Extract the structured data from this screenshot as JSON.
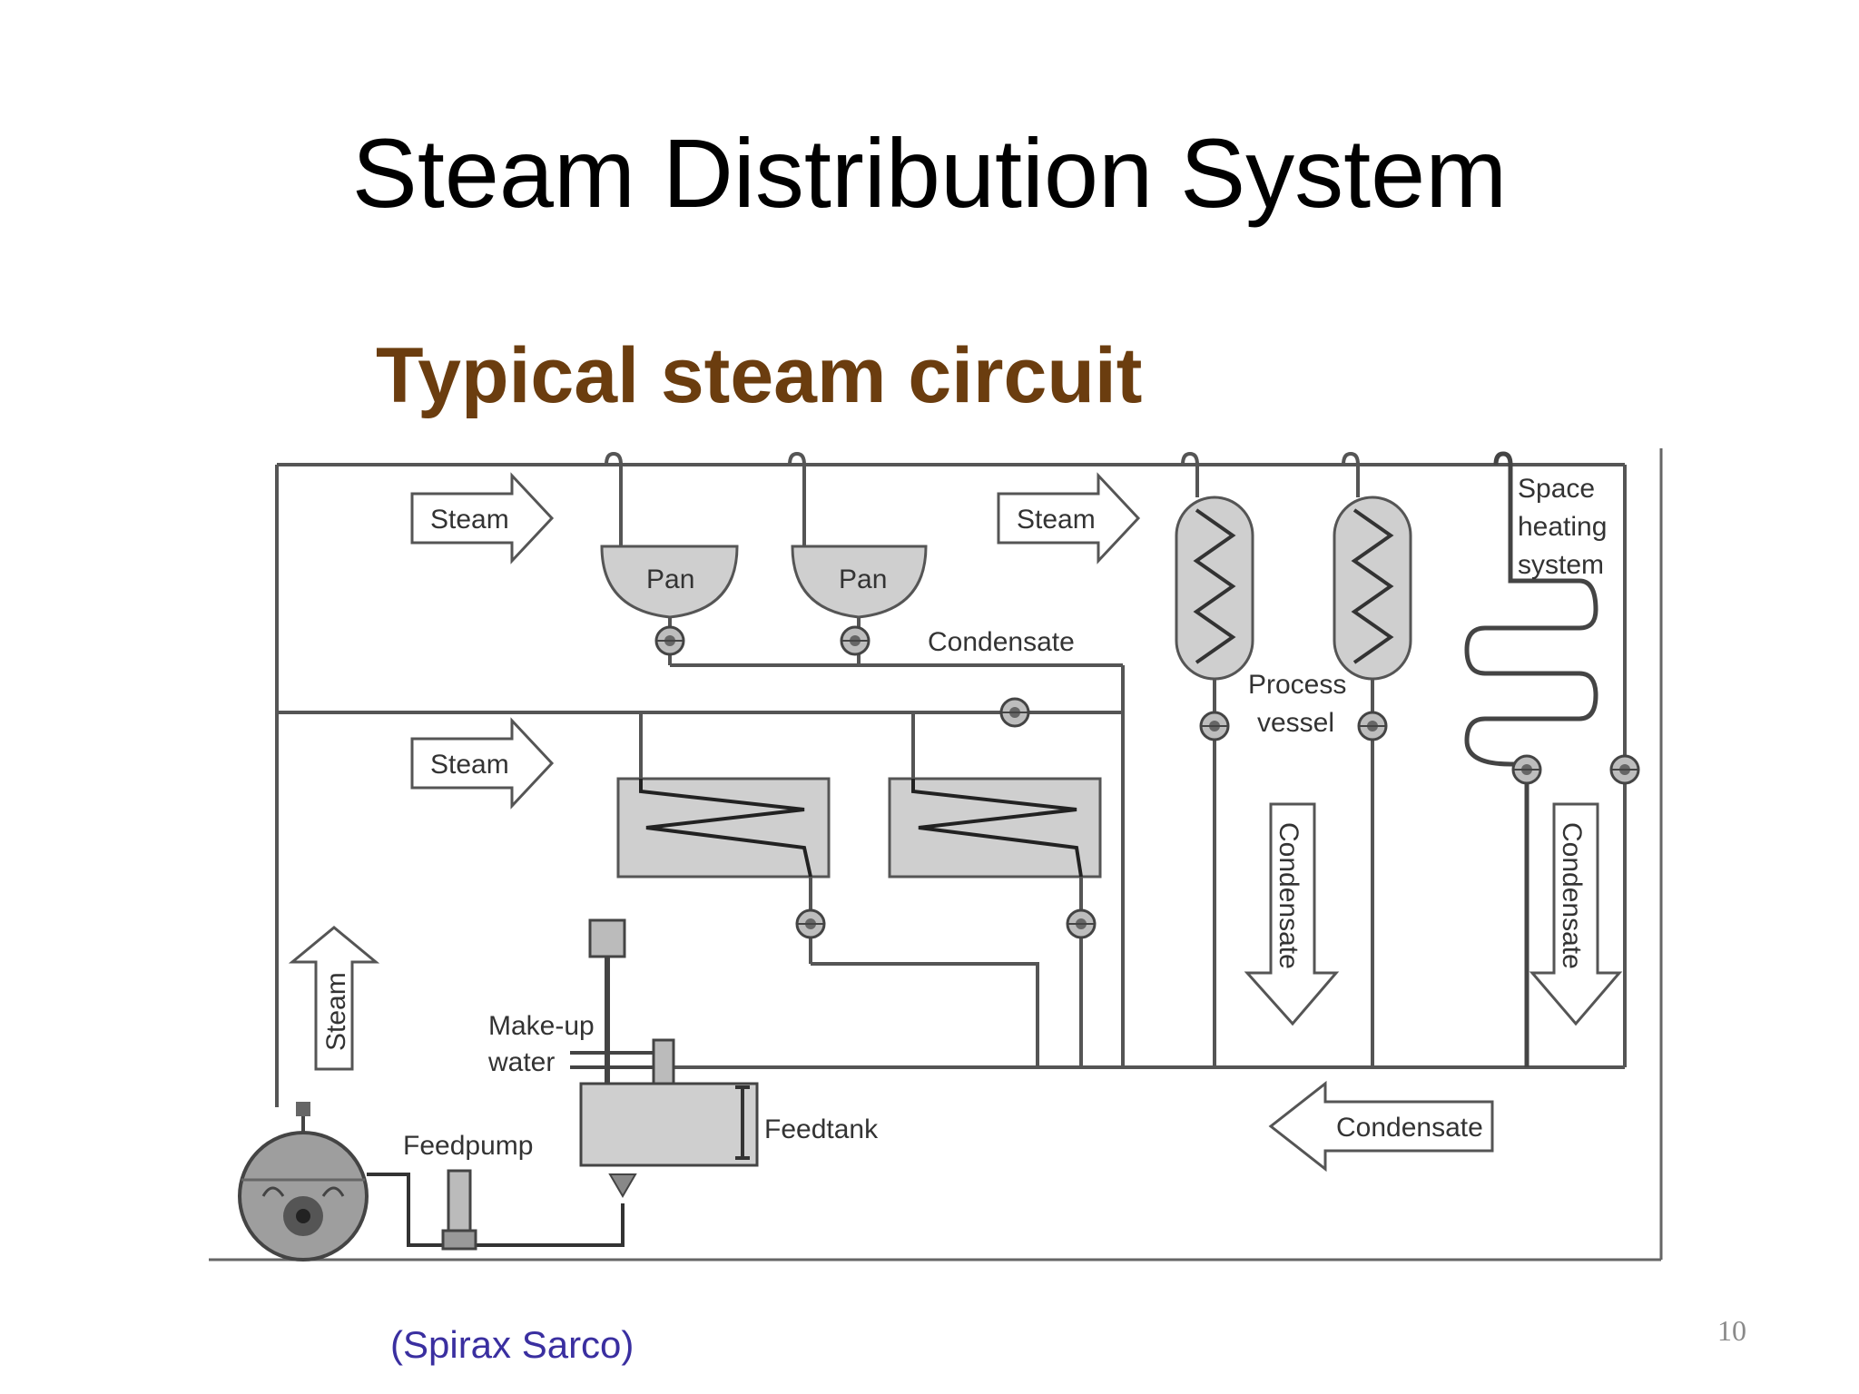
{
  "slide": {
    "title": "Steam Distribution System",
    "subtitle": "Typical steam circuit",
    "source": "(Spirax Sarco)",
    "page_number": "10"
  },
  "diagram": {
    "labels": {
      "steam_top_left": "Steam",
      "steam_top_mid": "Steam",
      "steam_mid_left": "Steam",
      "steam_vertical": "Steam",
      "pan_1": "Pan",
      "pan_2": "Pan",
      "condensate_top": "Condensate",
      "process_vessel_1": "Process",
      "process_vessel_2": "vessel",
      "space_heating_1": "Space",
      "space_heating_2": "heating",
      "space_heating_3": "system",
      "condensate_down_1": "Condensate",
      "condensate_down_2": "Condensate",
      "condensate_return": "Condensate",
      "makeup_1": "Make-up",
      "makeup_2": "water",
      "feedpump": "Feedpump",
      "feedtank": "Feedtank"
    },
    "colors": {
      "line": "#555555",
      "fill": "#cfcfcf",
      "arrow_fill": "#ffffff"
    }
  }
}
